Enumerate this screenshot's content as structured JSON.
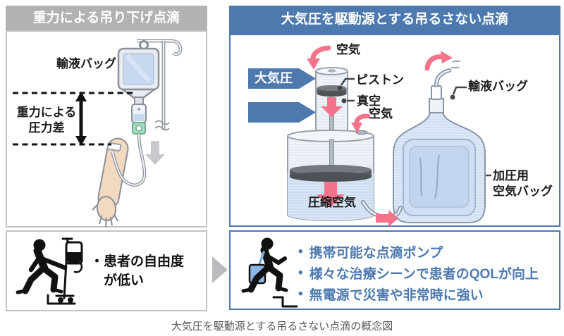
{
  "left_panel": {
    "header": "重力による吊り下げ点滴",
    "iv_bag_label": "輸液バッグ",
    "pressure_label_line1": "重力による",
    "pressure_label_line2": "圧力差",
    "drawback": {
      "bullet": "・",
      "line1": "患者の自由度",
      "line2": "が低い"
    }
  },
  "right_panel": {
    "header": "大気圧を駆動源とする吊るさない点滴",
    "labels": {
      "air_top": "空気",
      "atmospheric_pressure": "大気圧",
      "piston": "ピストン",
      "vacuum": "真空",
      "air_side": "空気",
      "compressed_air": "圧縮空気",
      "infusion_bag": "輸液バッグ",
      "pressure_bag_line1": "加圧用",
      "pressure_bag_line2": "空気バッグ"
    },
    "benefits": {
      "bullet": "•",
      "items": [
        "携帯可能な点滴ポンプ",
        "様々な治療シーンで患者のQOLが向上",
        "無電源で災害や非常時に強い"
      ]
    }
  },
  "caption": "大気圧を駆動源とする吊るさない点滴の概念図",
  "colors": {
    "accent_blue": "#4d79ae",
    "header_gray": "#b2b2b4",
    "arrow_pink": "#f2738a"
  }
}
